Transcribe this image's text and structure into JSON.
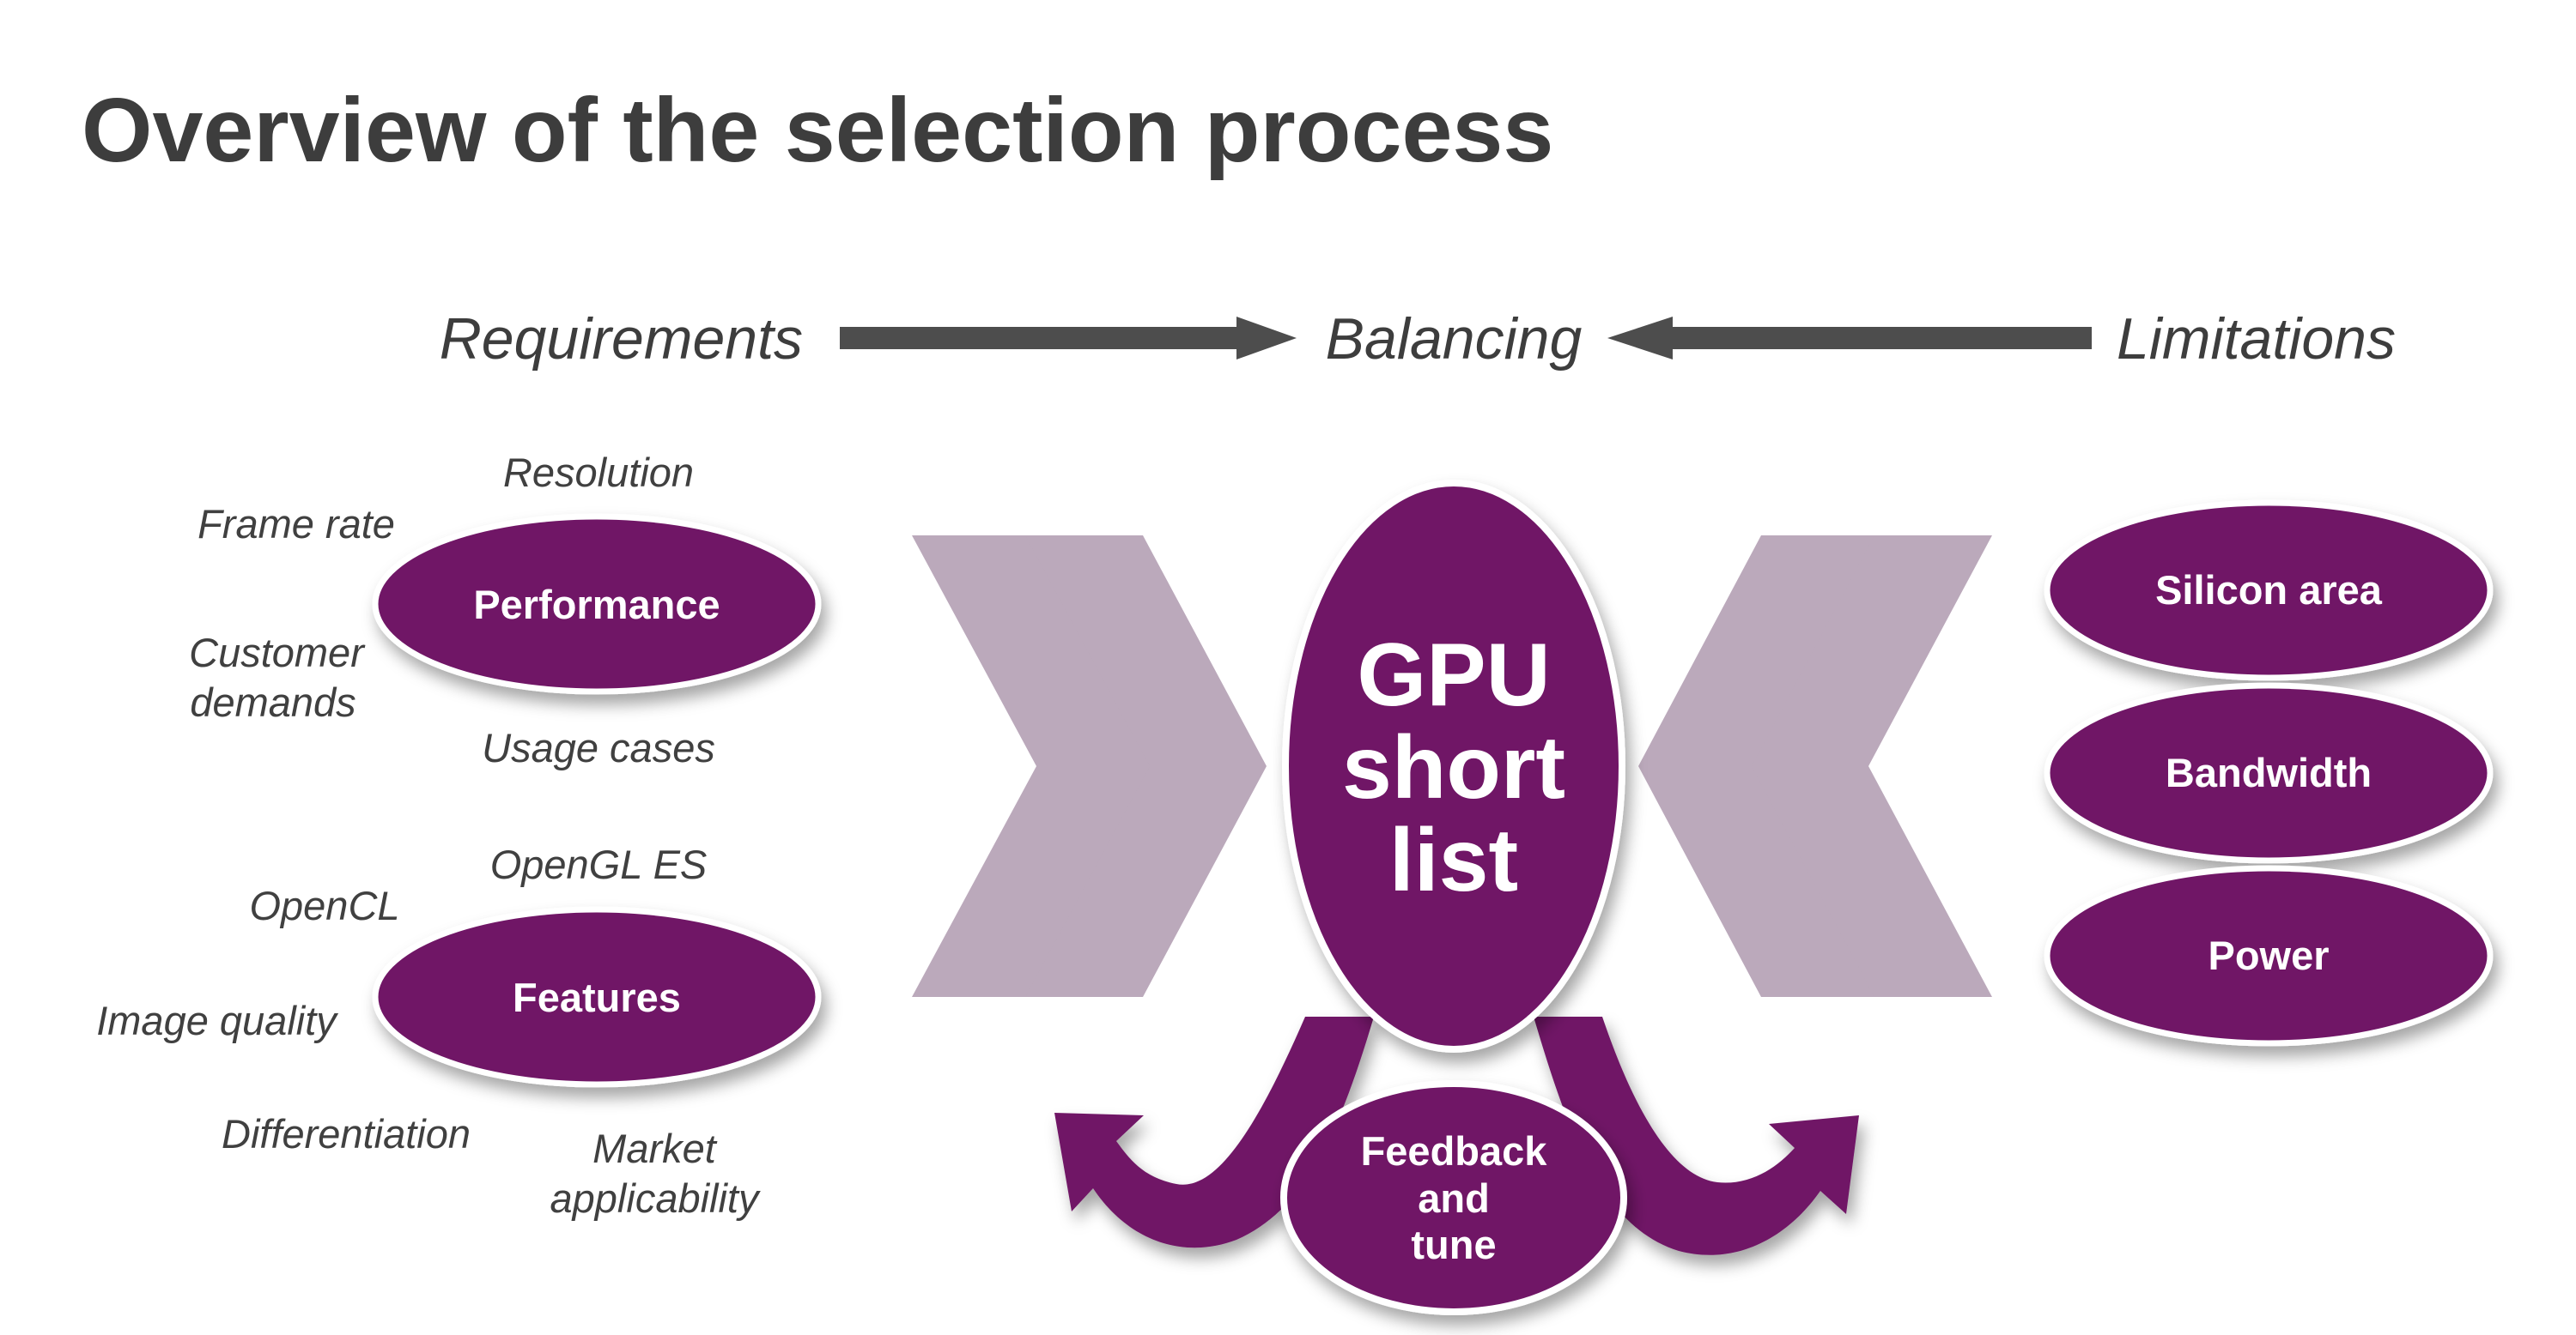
{
  "title": "Overview of the selection process",
  "stages": {
    "left": "Requirements",
    "center": "Balancing",
    "right": "Limitations"
  },
  "requirements": {
    "performance": {
      "label": "Performance",
      "aspects": {
        "resolution": "Resolution",
        "frame_rate": "Frame rate",
        "customer_1": "Customer",
        "customer_2": "demands",
        "usage_cases": "Usage cases"
      }
    },
    "features": {
      "label": "Features",
      "aspects": {
        "opengl_es": "OpenGL ES",
        "opencl": "OpenCL",
        "image_quality": "Image quality",
        "differentiation": "Differentiation",
        "market_1": "Market",
        "market_2": "applicability"
      }
    }
  },
  "center": {
    "shortlist_lines": [
      "GPU",
      "short",
      "list"
    ],
    "feedback_lines": [
      "Feedback",
      "and",
      "tune"
    ]
  },
  "limitations": [
    "Silicon area",
    "Bandwidth",
    "Power"
  ],
  "colors": {
    "purple": "#701666",
    "chevron": "#bba9bb",
    "text_dark": "#3d3d3d",
    "arrow_gray": "#4d4d4d",
    "white": "#ffffff"
  }
}
